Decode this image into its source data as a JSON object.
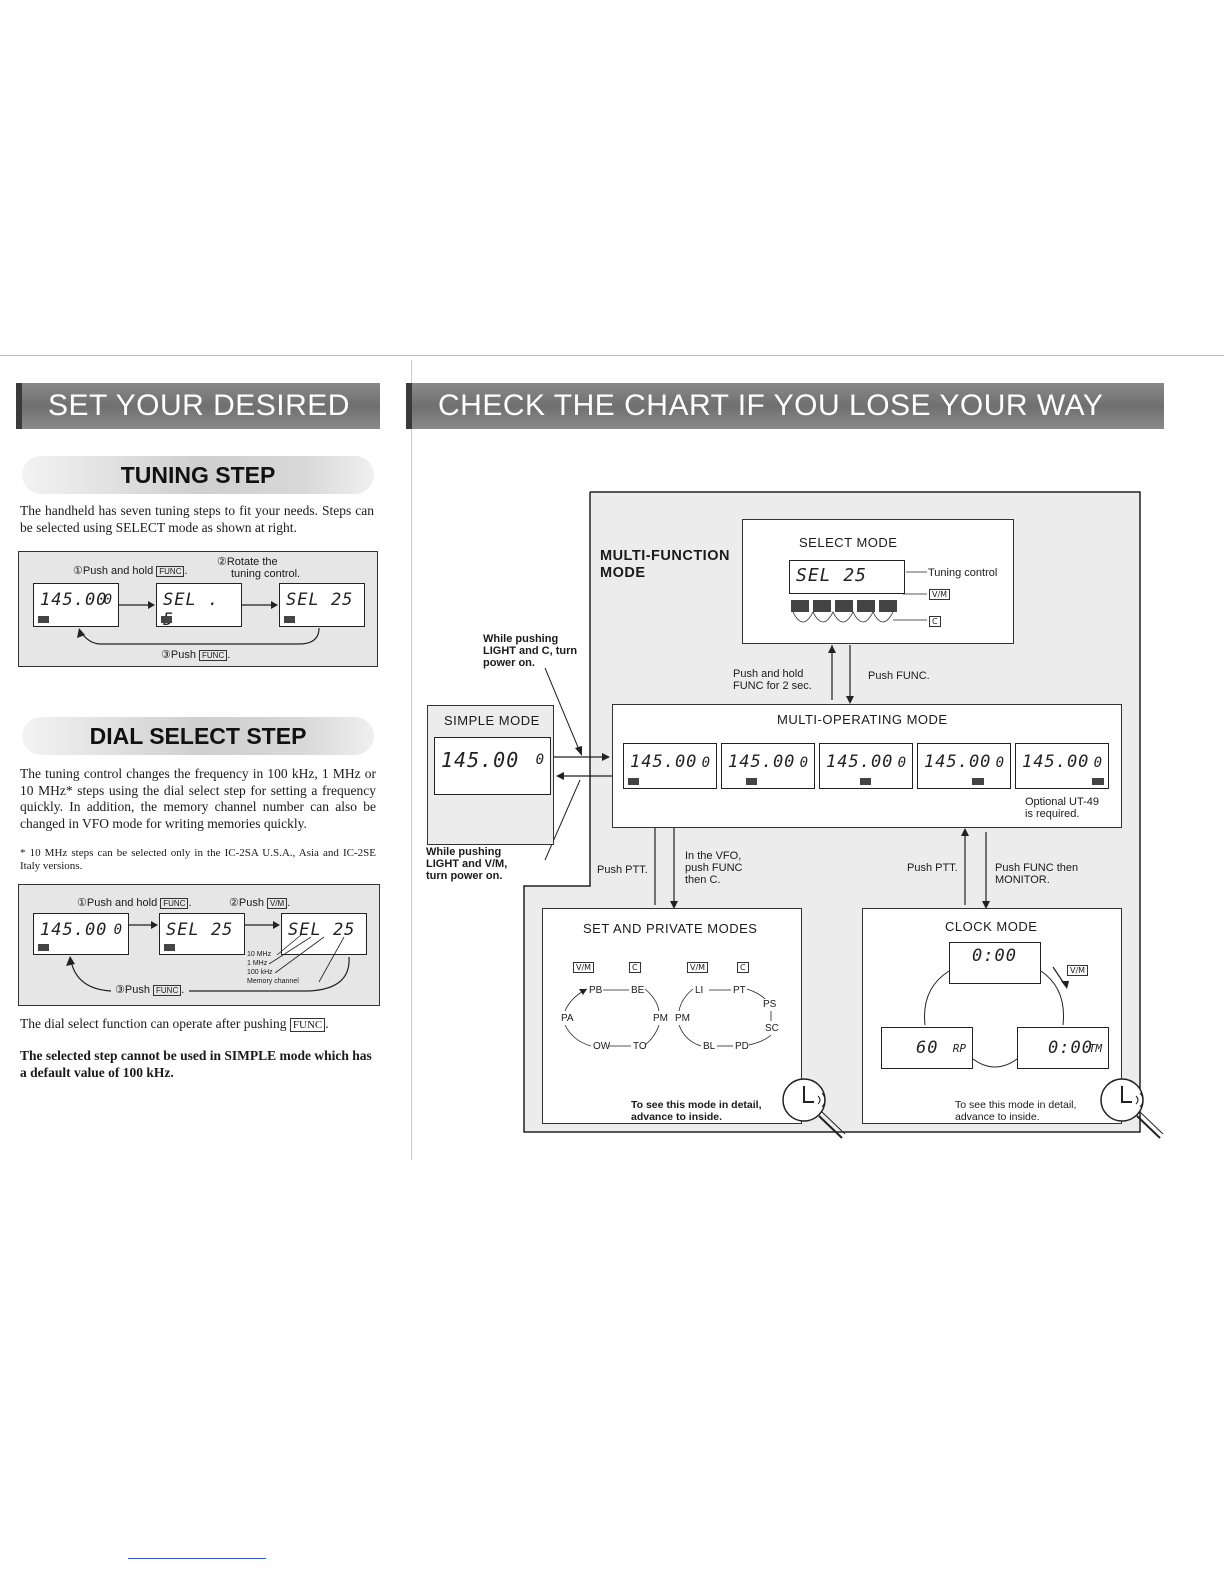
{
  "left": {
    "banner": "SET YOUR DESIRED STEP",
    "tuning": {
      "heading": "TUNING STEP",
      "para": "The handheld has seven tuning steps to fit your needs. Steps can be selected using SELECT mode as shown at right.",
      "step1": "①Push and hold",
      "step2a": "②Rotate the",
      "step2b": "tuning control.",
      "step3": "③Push",
      "key_func": "FUNC",
      "lcd1_main": "145.00",
      "lcd1_ch": "0",
      "lcd2_main": "SEL . 5",
      "lcd3_main": "SEL 25"
    },
    "dial": {
      "heading": "DIAL SELECT STEP",
      "para": "The tuning control changes the frequency in 100 kHz, 1 MHz or 10 MHz* steps using the dial select step for setting a frequency quickly. In addition, the memory channel number can also be changed in VFO mode for writing memories quickly.",
      "note": "* 10 MHz steps can be selected only in the IC-2SA U.S.A., Asia and IC-2SE Italy versions.",
      "step1": "①Push and hold",
      "step2": "②Push",
      "step3": "③Push",
      "key_func": "FUNC",
      "key_vm": "V/M",
      "lcd1_main": "145.00",
      "lcd1_ch": "0",
      "lcd2_main": "SEL 25",
      "lcd3_main": "SEL 25",
      "ann_10mhz": "10 MHz",
      "ann_1mhz": "1 MHz",
      "ann_100khz": "100 kHz",
      "ann_mem": "Memory channel",
      "after": "The dial select function can operate after pushing",
      "after_key": "FUNC",
      "bold_note": "The selected step cannot be used in SIMPLE mode which has a default value of 100 kHz."
    }
  },
  "right": {
    "banner": "CHECK THE CHART IF YOU LOSE YOUR WAY",
    "multi_function": "MULTI-FUNCTION MODE",
    "select_mode": {
      "title": "SELECT MODE",
      "lcd": "SEL 25",
      "tuning_control": "Tuning control",
      "key_vm": "V/M",
      "key_c": "C"
    },
    "while_light_c": "While pushing LIGHT and C, turn power on.",
    "push_hold_func": "Push and hold FUNC for 2 sec.",
    "push_func": "Push FUNC.",
    "simple_mode": {
      "title": "SIMPLE MODE",
      "lcd_main": "145.00",
      "lcd_ch": "0"
    },
    "multi_operating": {
      "title": "MULTI-OPERATING MODE",
      "lcds": [
        "145.00",
        "145.00",
        "145.00",
        "145.00",
        "145.00"
      ],
      "ch": "0",
      "optional": "Optional UT-49 is required."
    },
    "while_light_vm": "While pushing LIGHT and V/M, turn power on.",
    "push_ptt_left": "Push PTT.",
    "in_vfo": "In the VFO, push FUNC then C.",
    "push_ptt_right": "Push PTT.",
    "push_func_monitor": "Push FUNC then MONITOR.",
    "set_private": {
      "title": "SET AND PRIVATE MODES",
      "keys": [
        "V/M",
        "C",
        "V/M",
        "C"
      ],
      "left_ring": [
        "PB",
        "BE",
        "PA",
        "PM",
        "OW",
        "TO"
      ],
      "right_ring": [
        "LI",
        "PT",
        "PS",
        "PM",
        "SC",
        "BL",
        "PD"
      ],
      "footer": "To see this mode in detail, advance to inside."
    },
    "clock": {
      "title": "CLOCK MODE",
      "top": "0:00",
      "key_vm": "V/M",
      "left_main": "60",
      "left_sub": "RP",
      "right_main": "0:00",
      "right_sub": "TM",
      "footer": "To see this mode in detail, advance to inside."
    }
  }
}
